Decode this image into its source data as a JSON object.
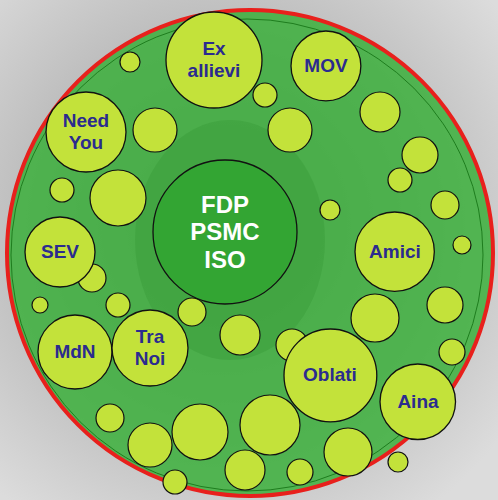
{
  "diagram": {
    "nodes": [
      {
        "text": [
          "Ex allievi"
        ]
      },
      {
        "text": [
          "MOV"
        ]
      },
      {
        "text": [
          "Need You"
        ]
      },
      {
        "text": [
          "FDP PSMC ISO"
        ]
      },
      {
        "text": [
          "SEV"
        ]
      },
      {
        "text": [
          "Amici"
        ]
      },
      {
        "text": [
          "MdN"
        ]
      },
      {
        "text": [
          "Tra Noi"
        ]
      },
      {
        "text": [
          "Oblati"
        ]
      },
      {
        "text": [
          "Aina"
        ]
      }
    ]
  }
}
